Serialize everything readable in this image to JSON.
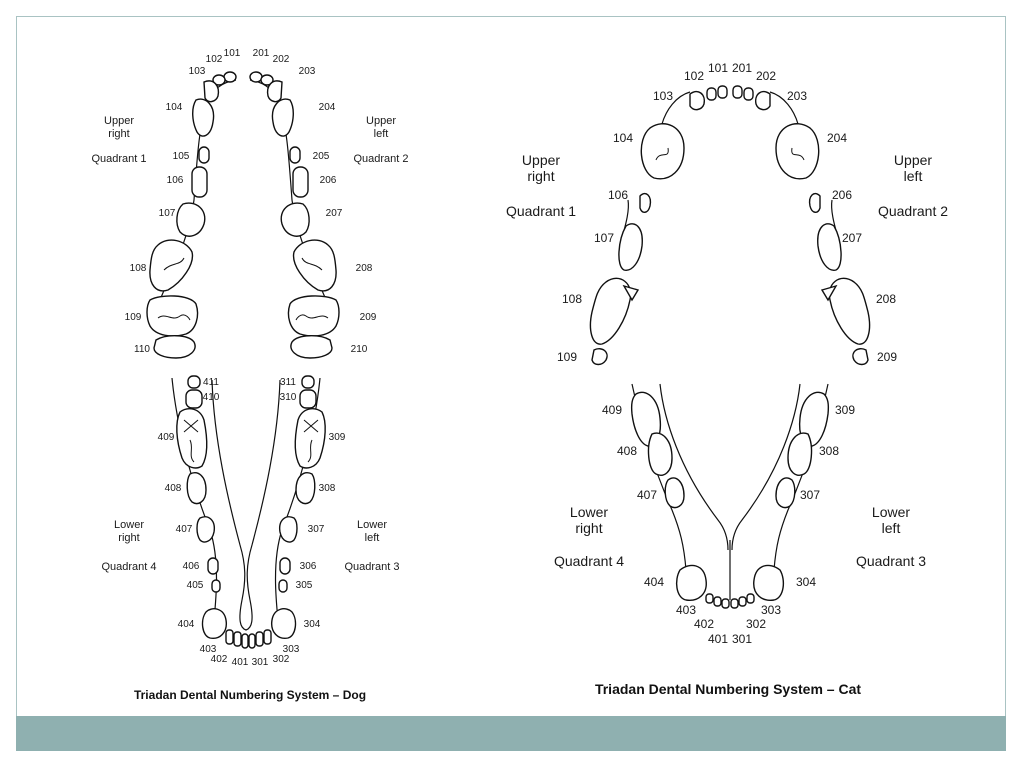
{
  "dog": {
    "caption": "Triadan Dental Numbering System – Dog",
    "q1": {
      "line1": "Upper",
      "line2": "right",
      "quadrant": "Quadrant 1"
    },
    "q2": {
      "line1": "Upper",
      "line2": "left",
      "quadrant": "Quadrant 2"
    },
    "q3": {
      "line1": "Lower",
      "line2": "left",
      "quadrant": "Quadrant 3"
    },
    "q4": {
      "line1": "Lower",
      "line2": "right",
      "quadrant": "Quadrant 4"
    },
    "upper_right": [
      "101",
      "102",
      "103",
      "104",
      "105",
      "106",
      "107",
      "108",
      "109",
      "110"
    ],
    "upper_left": [
      "201",
      "202",
      "203",
      "204",
      "205",
      "206",
      "207",
      "208",
      "209",
      "210"
    ],
    "lower_left": [
      "301",
      "302",
      "303",
      "304",
      "305",
      "306",
      "307",
      "308",
      "309",
      "310",
      "311"
    ],
    "lower_right": [
      "401",
      "402",
      "403",
      "404",
      "405",
      "406",
      "407",
      "408",
      "409",
      "410",
      "411"
    ]
  },
  "cat": {
    "caption": "Triadan Dental Numbering System – Cat",
    "q1": {
      "line1": "Upper",
      "line2": "right",
      "quadrant": "Quadrant 1"
    },
    "q2": {
      "line1": "Upper",
      "line2": "left",
      "quadrant": "Quadrant 2"
    },
    "q3": {
      "line1": "Lower",
      "line2": "left",
      "quadrant": "Quadrant 3"
    },
    "q4": {
      "line1": "Lower",
      "line2": "right",
      "quadrant": "Quadrant 4"
    },
    "upper_right": [
      "101",
      "102",
      "103",
      "104",
      "106",
      "107",
      "108",
      "109"
    ],
    "upper_left": [
      "201",
      "202",
      "203",
      "204",
      "206",
      "207",
      "208",
      "209"
    ],
    "lower_left": [
      "301",
      "302",
      "303",
      "304",
      "307",
      "308",
      "309"
    ],
    "lower_right": [
      "401",
      "402",
      "403",
      "404",
      "407",
      "408",
      "409"
    ]
  },
  "colors": {
    "footer": "#8fb0b0",
    "border": "#a9c3c3"
  }
}
